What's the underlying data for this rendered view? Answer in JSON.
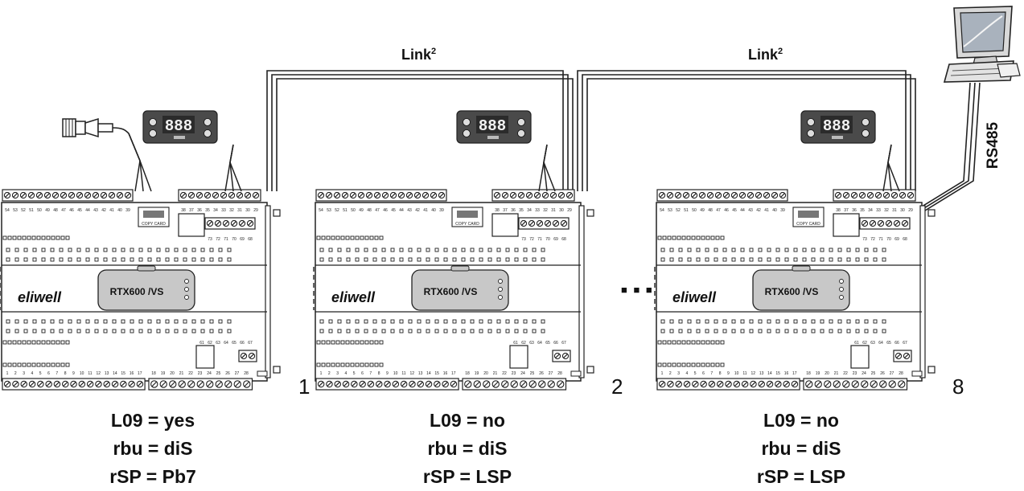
{
  "link_label": "Link",
  "link_superscript": "2",
  "rs485_label": "RS485",
  "ellipsis": "■ ■ ■",
  "controller_model": "RTX600 /VS",
  "brand": "eliwell",
  "copy_card_label": "COPY CARD",
  "display_value": "888",
  "controllers": [
    {
      "number": "1",
      "config": [
        "L09 = yes",
        "rbu = diS",
        "rSP = Pb7"
      ]
    },
    {
      "number": "2",
      "config": [
        "L09 = no",
        "rbu = diS",
        "rSP = LSP"
      ]
    },
    {
      "number": "8",
      "config": [
        "L09 = no",
        "rbu = diS",
        "rSP = LSP"
      ]
    }
  ],
  "top_terminal_numbers": [
    "54",
    "53",
    "52",
    "51",
    "50",
    "49",
    "48",
    "47",
    "46",
    "45",
    "44",
    "43",
    "42",
    "41",
    "40",
    "39"
  ],
  "top_right_terminal_numbers": [
    "38",
    "37",
    "36",
    "35",
    "34",
    "33",
    "32",
    "31",
    "30",
    "29"
  ],
  "mid_right_terminal_numbers": [
    "73",
    "72",
    "71",
    "70",
    "69",
    "68"
  ],
  "lower_terminal_numbers": [
    "61",
    "62",
    "63",
    "64",
    "65",
    "66",
    "67"
  ],
  "bottom_terminal_numbers": [
    "1",
    "2",
    "3",
    "4",
    "5",
    "6",
    "7",
    "8",
    "9",
    "10",
    "11",
    "12",
    "13",
    "14",
    "15",
    "16",
    "17",
    "18",
    "19",
    "20",
    "21",
    "22",
    "23",
    "24",
    "25",
    "26",
    "27",
    "28"
  ]
}
